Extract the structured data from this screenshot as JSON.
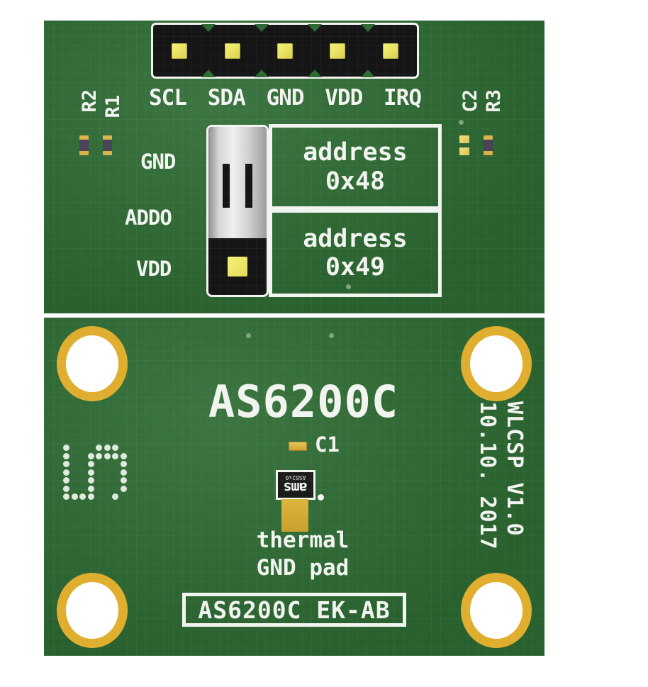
{
  "image": {
    "subject": "AS6200C EK-AB evaluation board — top and bottom PCB views",
    "pcb_color": "#2d6b33",
    "silkscreen_color": "#f2f4f0",
    "pad_gold": "#e8e060",
    "annular_ring_gold": "#e0ae2e"
  },
  "top_board": {
    "header": {
      "pin_count": 5,
      "pin_labels": [
        "SCL",
        "SDA",
        "GND",
        "VDD",
        "IRQ"
      ]
    },
    "left_components": [
      {
        "ref": "R2",
        "type": "resistor"
      },
      {
        "ref": "R1",
        "type": "resistor"
      }
    ],
    "right_components": [
      {
        "ref": "C2",
        "type": "capacitor-pads"
      },
      {
        "ref": "R3",
        "type": "resistor"
      }
    ],
    "jumper": {
      "positions": [
        "GND",
        "ADDO",
        "VDD"
      ],
      "shunt_installed": true
    },
    "address_boxes": [
      {
        "line1": "address",
        "line2": "0x48"
      },
      {
        "line1": "address",
        "line2": "0x49"
      }
    ]
  },
  "bottom_board": {
    "title": "AS6200C",
    "dot_matrix_marking": "5",
    "components": [
      {
        "ref": "C1",
        "type": "capacitor"
      }
    ],
    "chip": {
      "logo": "ams",
      "part_marking": "AS62x0"
    },
    "thermal_pad_label_line1": "thermal",
    "thermal_pad_label_line2": "GND pad",
    "side_markings": {
      "date": "10.10. 2017",
      "package_version": "WLCSP V1.0"
    },
    "board_label": "AS6200C EK-AB"
  }
}
